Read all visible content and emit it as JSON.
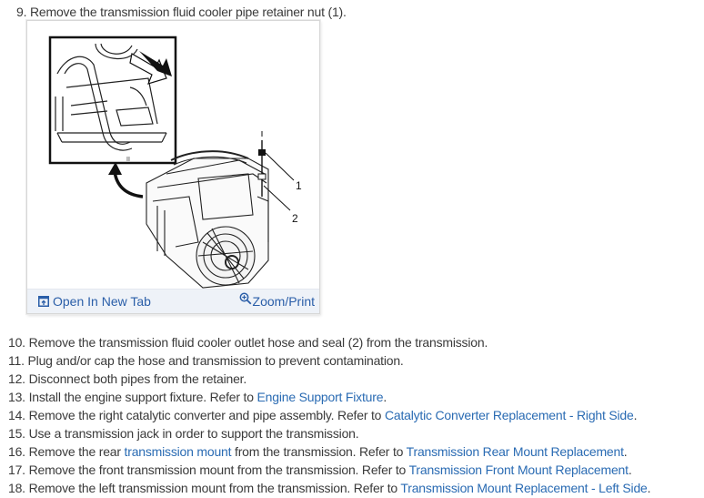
{
  "steps": {
    "s9": {
      "num": "9.",
      "text": "Remove the transmission fluid cooler pipe retainer nut (1)."
    },
    "s10": {
      "num": "10.",
      "text": "Remove the transmission fluid cooler outlet hose and seal (2) from the transmission."
    },
    "s11": {
      "num": "11.",
      "text": "Plug and/or cap the hose and transmission to prevent contamination."
    },
    "s12": {
      "num": "12.",
      "text": "Disconnect both pipes from the retainer."
    },
    "s13": {
      "num": "13.",
      "text": "Install the engine support fixture. Refer to ",
      "link": "Engine Support Fixture",
      "after": "."
    },
    "s14": {
      "num": "14.",
      "text": "Remove the right catalytic converter and pipe assembly. Refer to ",
      "link": "Catalytic Converter Replacement - Right Side",
      "after": "."
    },
    "s15": {
      "num": "15.",
      "text": "Use a transmission jack in order to support the transmission."
    },
    "s16": {
      "num": "16.",
      "text_a": "Remove the rear ",
      "link_a": "transmission mount",
      "text_b": " from the transmission. Refer to ",
      "link_b": "Transmission Rear Mount Replacement",
      "after": "."
    },
    "s17": {
      "num": "17.",
      "text": "Remove the front transmission mount from the transmission. Refer to ",
      "link": "Transmission Front Mount Replacement",
      "after": "."
    },
    "s18": {
      "num": "18.",
      "text": "Remove the left transmission mount from the transmission. Refer to ",
      "link": "Transmission Mount Replacement - Left Side",
      "after": "."
    }
  },
  "figure": {
    "callouts": {
      "c1": "1",
      "c2": "2"
    },
    "open_new_tab_label": "Open In New Tab",
    "zoom_print_label": "Zoom/Print",
    "icons": {
      "open": "open-new-tab-icon",
      "zoom": "zoom-in-icon"
    }
  },
  "colors": {
    "text": "#3a3a3a",
    "link": "#2a6bb3",
    "footer_bg": "#eef2f8",
    "footer_text": "#2a5ea8"
  }
}
